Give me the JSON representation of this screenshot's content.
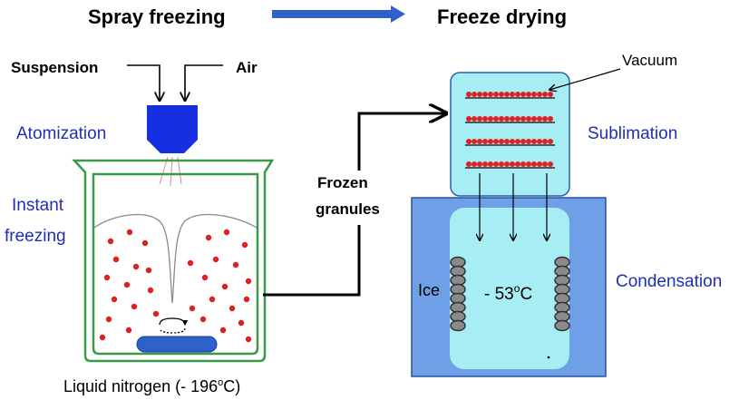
{
  "header": {
    "left_title": "Spray freezing",
    "right_title": "Freeze drying"
  },
  "spray_freezing": {
    "input_suspension": "Suspension",
    "input_air": "Air",
    "step_atomization": "Atomization",
    "step_instant_line1": "Instant",
    "step_instant_line2": "freezing",
    "coolant_label": "Liquid nitrogen (- 196",
    "coolant_degree": "o",
    "coolant_unit": "C)"
  },
  "transfer": {
    "line1": "Frozen",
    "line2": "granules"
  },
  "freeze_drying": {
    "vacuum_label": "Vacuum",
    "sublimation_label": "Sublimation",
    "condensation_label": "Condensation",
    "ice_label": "Ice",
    "temperature_value": "- 53",
    "temperature_degree": "o",
    "temperature_unit": "C"
  },
  "colors": {
    "arrow_blue": "#2e62c8",
    "nozzle_blue": "#1530e0",
    "beaker_green": "#3a9a4a",
    "particle_red": "#e02020",
    "condenser_blue": "#6f9fe6",
    "chamber_cyan": "#a6eef4",
    "coil_gray": "#8a8a8a",
    "label_blue": "#1f2fb5"
  }
}
